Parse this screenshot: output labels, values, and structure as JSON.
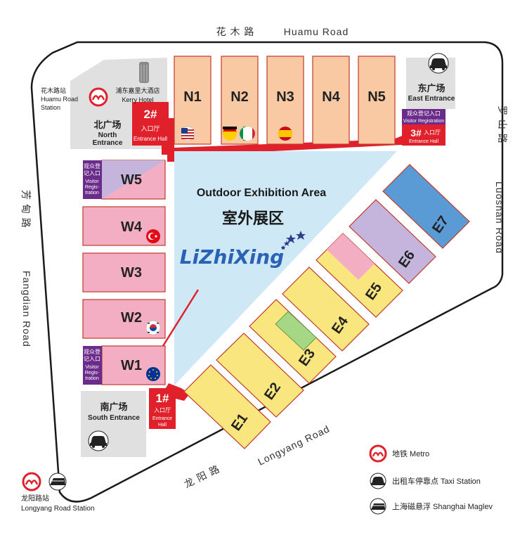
{
  "roads": {
    "north_cn": "花 木 路",
    "north_en": "Huamu Road",
    "east_cn": "罗 山 路",
    "east_en": "Luoshan Road",
    "west_cn": "芳 甸 路",
    "west_en": "Fangdian Road",
    "south_cn": "龙 阳 路",
    "south_en": "Longyang Road"
  },
  "stations": {
    "huamu_cn": "花木路站",
    "huamu_en1": "Huamu Road",
    "huamu_en2": "Station",
    "longyang_cn": "龙阳路站",
    "longyang_en": "Longyang Road Station"
  },
  "hotel": {
    "cn": "浦东嘉里大酒店",
    "en": "Kerry Hotel"
  },
  "entrances": {
    "north_cn": "北广场",
    "north_en1": "North",
    "north_en2": "Entrance",
    "east_cn": "东广场",
    "east_en": "East Entrance",
    "south_cn": "南广场",
    "south_en": "South Entrance"
  },
  "entry_halls": {
    "h1_num": "1#",
    "h2_num": "2#",
    "h3_num": "3#",
    "cn": "入口厅",
    "en1": "Entrance",
    "en2": "Hall",
    "en_full": "Entrance Hall"
  },
  "visitor_registration": {
    "cn1": "观众登",
    "cn2": "记入口",
    "en1": "Visitor",
    "en2": "Regis-",
    "en3": "tration",
    "east_cn": "观众登记入口",
    "east_en": "Visitor Registration"
  },
  "halls": {
    "north": [
      "N1",
      "N2",
      "N3",
      "N4",
      "N5"
    ],
    "west": [
      "W5",
      "W4",
      "W3",
      "W2",
      "W1"
    ],
    "east": [
      "E1",
      "E2",
      "E3",
      "E4",
      "E5",
      "E6",
      "E7"
    ]
  },
  "outdoor": {
    "en": "Outdoor Exhibition Area",
    "cn": "室外展区"
  },
  "marker": {
    "label": "LiZhiXing"
  },
  "legend": {
    "metro": "地铁 Metro",
    "taxi": "出租车停靠点 Taxi Station",
    "maglev": "上海磁悬浮 Shanghai Maglev"
  },
  "colors": {
    "hall_pink": "#f4aec3",
    "hall_peach": "#f9c9a4",
    "hall_yellow": "#f9e67e",
    "hall_lavender": "#c5b4dc",
    "hall_blue": "#5a9bd6",
    "outdoor": "#cfe8f6",
    "entrance_red": "#e0212b",
    "visitor_purple": "#6a2b8a"
  }
}
